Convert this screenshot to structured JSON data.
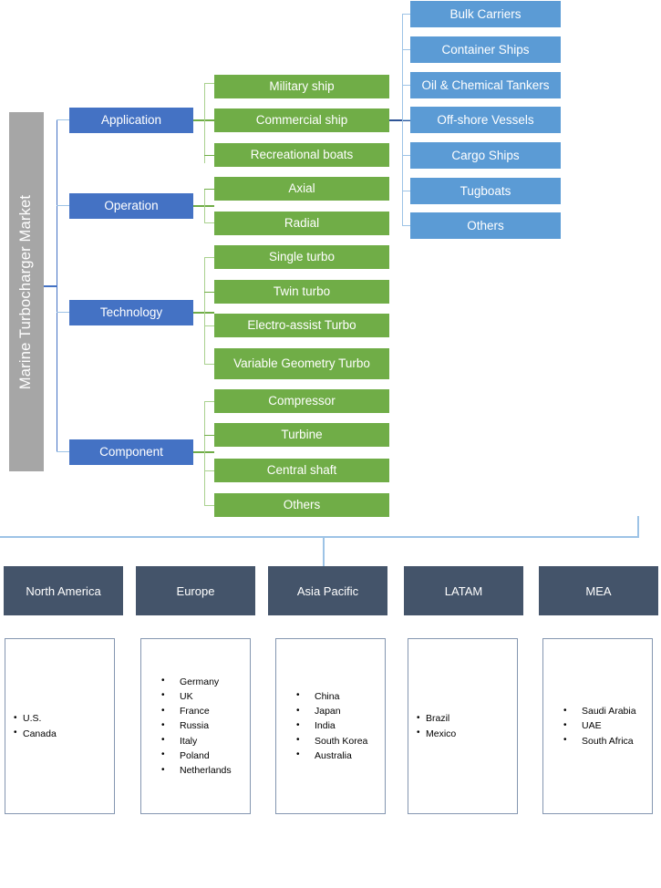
{
  "root": {
    "label": "Marine Turbocharger Market",
    "color": "#a6a6a6"
  },
  "colors": {
    "category": "#4472c4",
    "segment": "#70ad47",
    "application": "#5b9bd5",
    "region_header": "#44546a",
    "connector_blue": "#4472c4",
    "connector_green": "#a9d18e",
    "connector_lightblue": "#9dc3e6"
  },
  "categories": [
    {
      "label": "Application"
    },
    {
      "label": "Operation"
    },
    {
      "label": "Technology"
    },
    {
      "label": "Component"
    }
  ],
  "segments": [
    {
      "label": "Military ship"
    },
    {
      "label": "Commercial ship"
    },
    {
      "label": "Recreational boats"
    },
    {
      "label": "Axial"
    },
    {
      "label": "Radial"
    },
    {
      "label": "Single turbo"
    },
    {
      "label": "Twin turbo"
    },
    {
      "label": "Electro-assist Turbo"
    },
    {
      "label": "Variable Geometry Turbo"
    },
    {
      "label": "Compressor"
    },
    {
      "label": "Turbine"
    },
    {
      "label": "Central shaft"
    },
    {
      "label": "Others"
    }
  ],
  "applications": [
    {
      "label": "Bulk Carriers"
    },
    {
      "label": "Container Ships"
    },
    {
      "label": "Oil & Chemical Tankers"
    },
    {
      "label": "Off-shore Vessels"
    },
    {
      "label": "Cargo Ships"
    },
    {
      "label": "Tugboats"
    },
    {
      "label": "Others"
    }
  ],
  "regions": [
    {
      "name": "North America",
      "countries": [
        "U.S.",
        "Canada"
      ]
    },
    {
      "name": "Europe",
      "countries": [
        "Germany",
        "UK",
        "France",
        "Russia",
        "Italy",
        "Poland",
        "Netherlands"
      ]
    },
    {
      "name": "Asia Pacific",
      "countries": [
        "China",
        "Japan",
        "India",
        "South Korea",
        "Australia"
      ]
    },
    {
      "name": "LATAM",
      "countries": [
        "Brazil",
        "Mexico"
      ]
    },
    {
      "name": "MEA",
      "countries": [
        "Saudi Arabia",
        "UAE",
        "South Africa"
      ]
    }
  ]
}
